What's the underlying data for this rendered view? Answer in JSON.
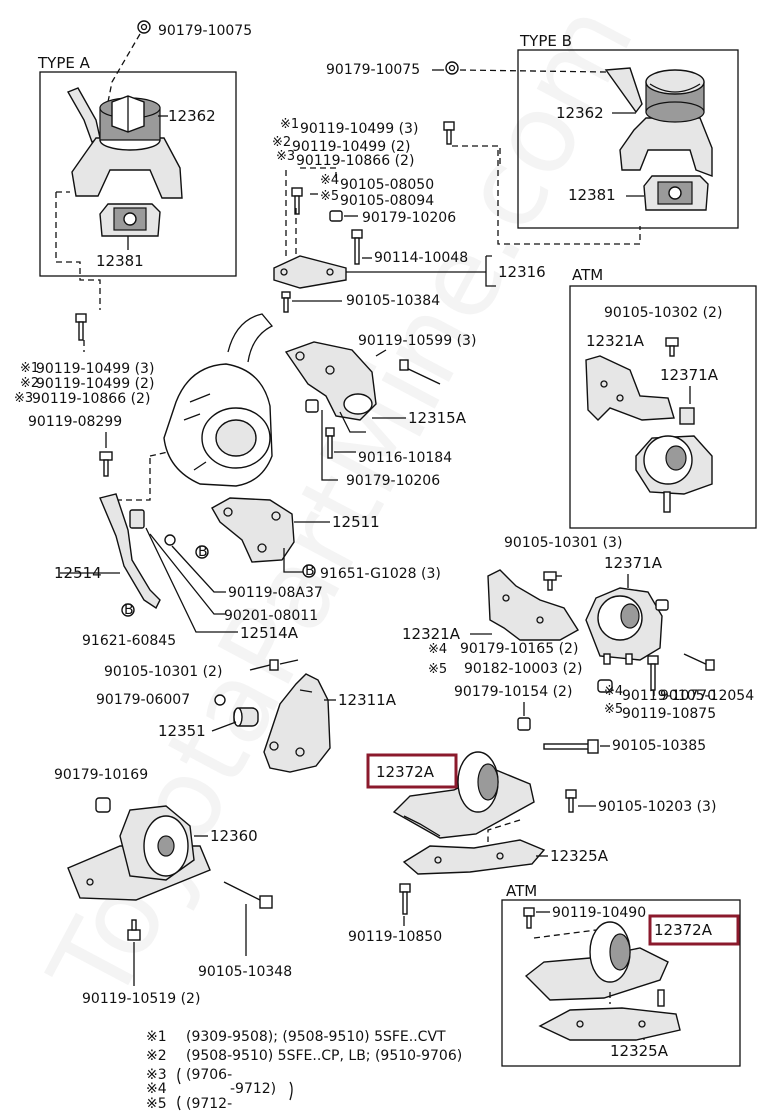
{
  "watermark": "ToyotaPartMine.com",
  "boxes": {
    "type_a": "TYPE A",
    "type_b": "TYPE B",
    "atm_1": "ATM",
    "atm_2": "ATM"
  },
  "part_numbers": {
    "p90179_10075_a": "90179-10075",
    "p12362_a": "12362",
    "p12381_a": "12381",
    "p90179_10075_b": "90179-10075",
    "p12362_b": "12362",
    "p12381_b": "12381",
    "n1_90119_10499": "90119-10499 (3)",
    "n2_90119_10499": "90119-10499 (2)",
    "n3_90119_10866": "90119-10866 (2)",
    "n4_90105_08050": "90105-08050",
    "n5_90105_08094": "90105-08094",
    "p90179_10206_top": "90179-10206",
    "p90114_10048": "90114-10048",
    "p12316": "12316",
    "p90105_10384": "90105-10384",
    "l1_90119_10499": "90119-10499 (3)",
    "l2_90119_10499": "90119-10499 (2)",
    "l3_90119_10866": "90119-10866 (2)",
    "p90119_08299": "90119-08299",
    "p90119_10599": "90119-10599 (3)",
    "p12315A": "12315A",
    "p90116_10184": "90116-10184",
    "p90179_10206_mid": "90179-10206",
    "p12511": "12511",
    "p91651_G1028": "91651-G1028 (3)",
    "p90119_08A37": "90119-08A37",
    "p90201_08011": "90201-08011",
    "p12514": "12514",
    "p12514A": "12514A",
    "p91621_60845": "91621-60845",
    "p90105_10302": "90105-10302 (2)",
    "p12321A_atm": "12321A",
    "p12371A_atm": "12371A",
    "p90105_10301_right": "90105-10301 (3)",
    "p12371A": "12371A",
    "p12321A": "12321A",
    "p90105_10301_left": "90105-10301 (2)",
    "p90179_06007": "90179-06007",
    "p12311A": "12311A",
    "p12351": "12351",
    "n4_90179_10165": "90179-10165 (2)",
    "n5_90182_10003": "90182-10003 (2)",
    "p90105_12054": "90105-12054",
    "p90179_10154": "90179-10154 (2)",
    "n4_90119_10770": "90119-10770",
    "n5_90119_10875": "90119-10875",
    "p90105_10385": "90105-10385",
    "p12372A": "12372A",
    "p90105_10203": "90105-10203 (3)",
    "p12325A": "12325A",
    "p90179_10169": "90179-10169",
    "p12360": "12360",
    "p90119_10850": "90119-10850",
    "p90119_10490": "90119-10490",
    "p12372A_atm": "12372A",
    "p12325A_atm": "12325A",
    "p90105_10348": "90105-10348",
    "p90119_10519": "90119-10519 (2)"
  },
  "markers": {
    "m1": "※1",
    "m2": "※2",
    "m3": "※3",
    "m4": "※4",
    "m5": "※5"
  },
  "footnotes": [
    {
      "mark": "※1",
      "text": "(9309-9508); (9508-9510) 5SFE..CVT"
    },
    {
      "mark": "※2",
      "text": "(9508-9510) 5SFE..CP, LB; (9510-9706)"
    },
    {
      "mark": "※3",
      "text": "(9706-"
    },
    {
      "mark": "※4",
      "text": "-9712)"
    },
    {
      "mark": "※5",
      "text": "(9712-"
    }
  ],
  "highlight_color": "#8b1a2c"
}
